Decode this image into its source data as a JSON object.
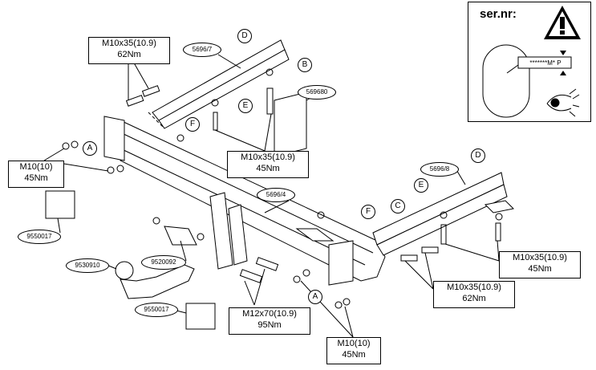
{
  "warning_panel": {
    "label": "ser.nr:",
    "plate_code": "*******M* P",
    "warning_icon": "warning-triangle-icon",
    "eye_icon": "eye-icon"
  },
  "callouts": {
    "top_left_bolt": [
      "M10x35(10.9)",
      "62Nm"
    ],
    "center_bolt": [
      "M10x35(10.9)",
      "45Nm"
    ],
    "left_nut": [
      "M10(10)",
      "45Nm"
    ],
    "ball_bolt": [
      "M12x70(10.9)",
      "95Nm"
    ],
    "bottom_nut": [
      "M10(10)",
      "45Nm"
    ],
    "right_bolt_45": [
      "M10x35(10.9)",
      "45Nm"
    ],
    "right_bolt_62": [
      "M10x35(10.9)",
      "62Nm"
    ]
  },
  "part_numbers": {
    "bracket_left": "5696/7",
    "bolt_kit": "569680",
    "crossbar": "5696/4",
    "bracket_right": "5696/8",
    "socket_left": "9550017",
    "socket_plate": "9520092",
    "tow_ball": "9530910",
    "socket_bottom": "9550017"
  },
  "letters": {
    "D1": "D",
    "B": "B",
    "E1": "E",
    "F1": "F",
    "A1": "A",
    "D2": "D",
    "E2": "E",
    "C": "C",
    "F2": "F",
    "A2": "A"
  }
}
